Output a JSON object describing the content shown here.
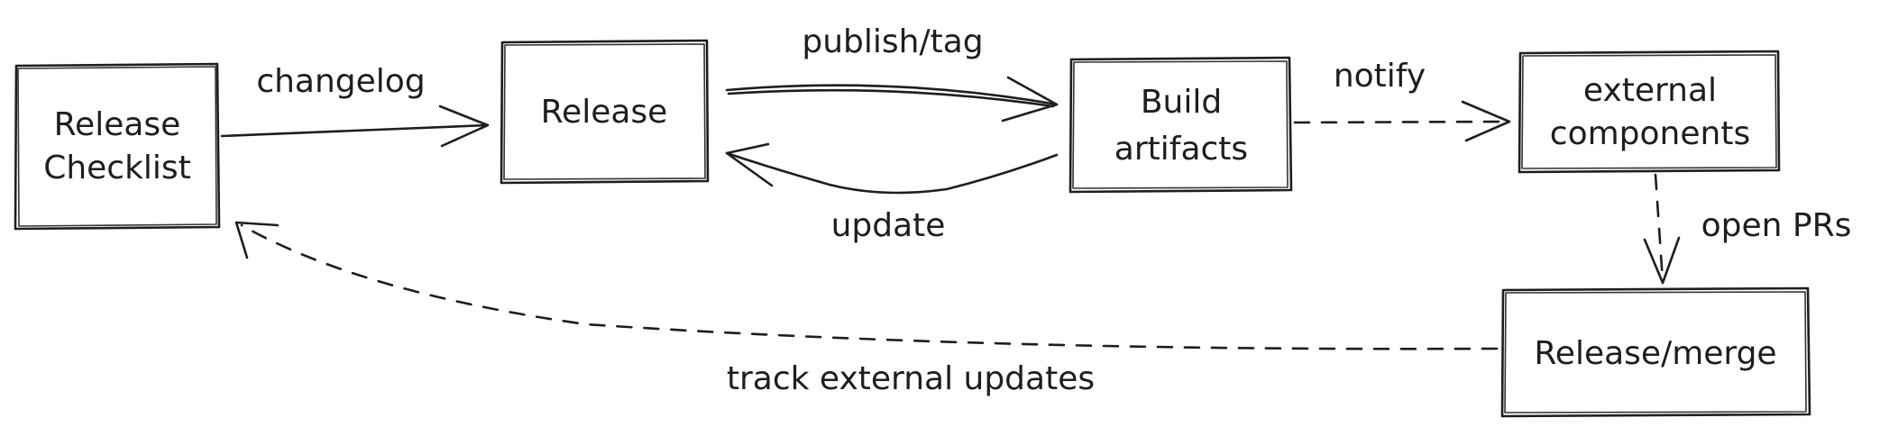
{
  "nodes": {
    "release_checklist": {
      "line1": "Release",
      "line2": "Checklist"
    },
    "release": {
      "label": "Release"
    },
    "build_artifacts": {
      "line1": "Build",
      "line2": "artifacts"
    },
    "external_components": {
      "line1": "external",
      "line2": "components"
    },
    "release_merge": {
      "label": "Release/merge"
    }
  },
  "edges": {
    "changelog": "changelog",
    "publish_tag": "publish/tag",
    "update": "update",
    "notify": "notify",
    "open_prs": "open PRs",
    "track_external_updates": "track external updates"
  },
  "colors": {
    "stroke": "#1e1e1e",
    "background": "#ffffff"
  }
}
